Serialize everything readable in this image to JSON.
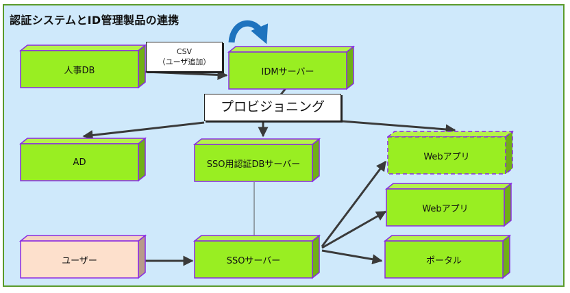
{
  "title": "認証システムとID管理製品の連携",
  "nodes": {
    "hr_db": "人事DB",
    "idm_server": "IDMサーバー",
    "ad": "AD",
    "sso_auth_db": "SSO用認証DBサーバー",
    "web_app_1": "Webアプリ",
    "web_app_2": "Webアプリ",
    "user": "ユーザー",
    "sso_server": "SSOサーバー",
    "portal": "ポータル"
  },
  "notes": {
    "csv_line1": "CSV",
    "csv_line2": "（ユーザ追加）",
    "provisioning": "プロビジョニング"
  },
  "colors": {
    "background": "#cfe9fb",
    "frame_border": "#5a9a2a",
    "box_fill": "#99ee22",
    "box_side": "#70b015",
    "box_top": "#b5f24a",
    "box_border": "#8a2be2",
    "user_fill": "#fde0cc",
    "user_side": "#b89a8a",
    "user_top": "#f4d4c0",
    "arrow": "#3a3a3a",
    "curved_arrow": "#1e73be"
  }
}
